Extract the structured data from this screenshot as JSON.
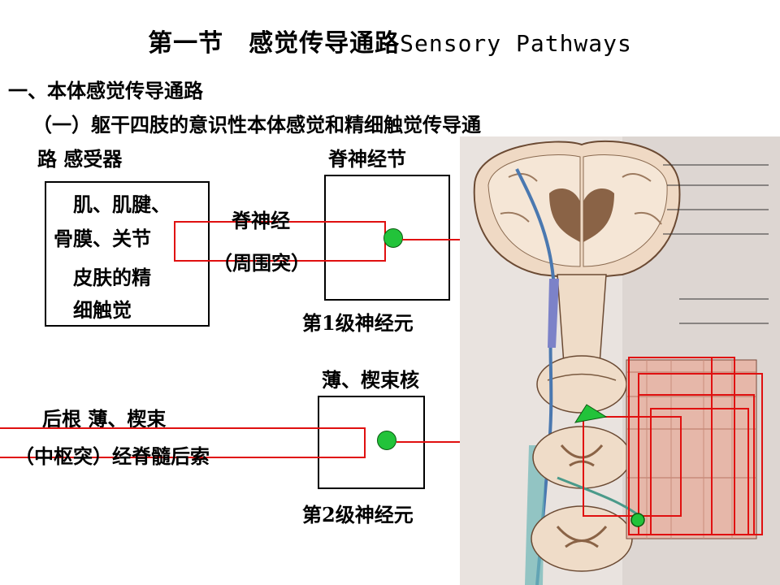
{
  "title": {
    "cn": "第一节　感觉传导通路",
    "en": "Sensory Pathways"
  },
  "section_heading": "一、本体感觉传导通路",
  "subsection_heading": "（一）躯干四肢的意识性本体感觉和精细触觉传导通",
  "subsection_cont": "路 感受器",
  "receptors": {
    "line1": "肌、肌腱、",
    "line2": "骨膜、关节",
    "line3": "皮肤的精",
    "line4": "细触觉"
  },
  "spinal_ganglion": "脊神经节",
  "spinal_nerve": "脊神经",
  "peripheral_process": "（周围突）",
  "neuron1": "第1级神经元",
  "nuclei": "薄、楔束核",
  "dorsal_root": "后根 薄、楔束",
  "central_process": "（中枢突）经脊髓后索",
  "neuron2": "第2级神经元",
  "colors": {
    "accent_red": "#e01010",
    "dot_green": "#22c33a",
    "arrow_green": "#22c33a"
  }
}
